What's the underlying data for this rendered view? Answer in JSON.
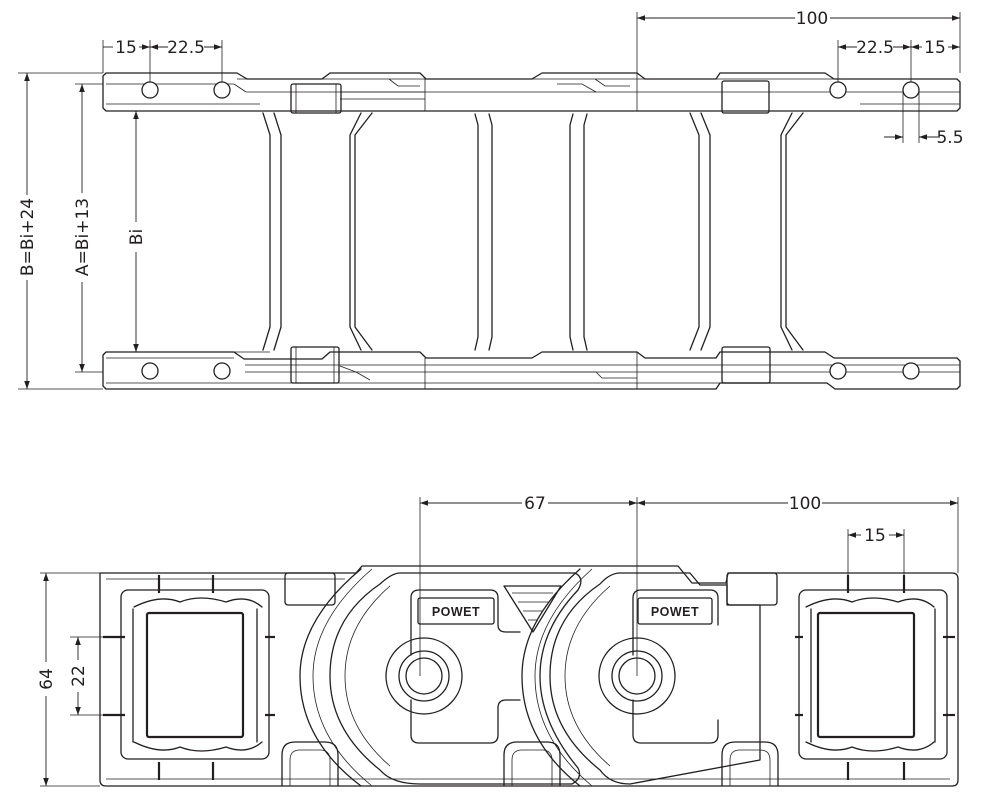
{
  "top_view": {
    "dims": {
      "pitch_top": "100",
      "left_edge_offset": "15",
      "left_hole_spacing": "22.5",
      "right_hole_spacing": "22.5",
      "right_edge_offset": "15",
      "hole_diameter": "5.5",
      "outer_width": "B=Bi+24",
      "outer_width_a": "A=Bi+13",
      "inner_width": "Bi"
    }
  },
  "side_view": {
    "brand_left": "POWET",
    "brand_right": "POWET",
    "dims": {
      "bend_offset": "67",
      "pitch": "100",
      "cell_spacing": "15",
      "height": "64",
      "inner_height": "22"
    }
  }
}
